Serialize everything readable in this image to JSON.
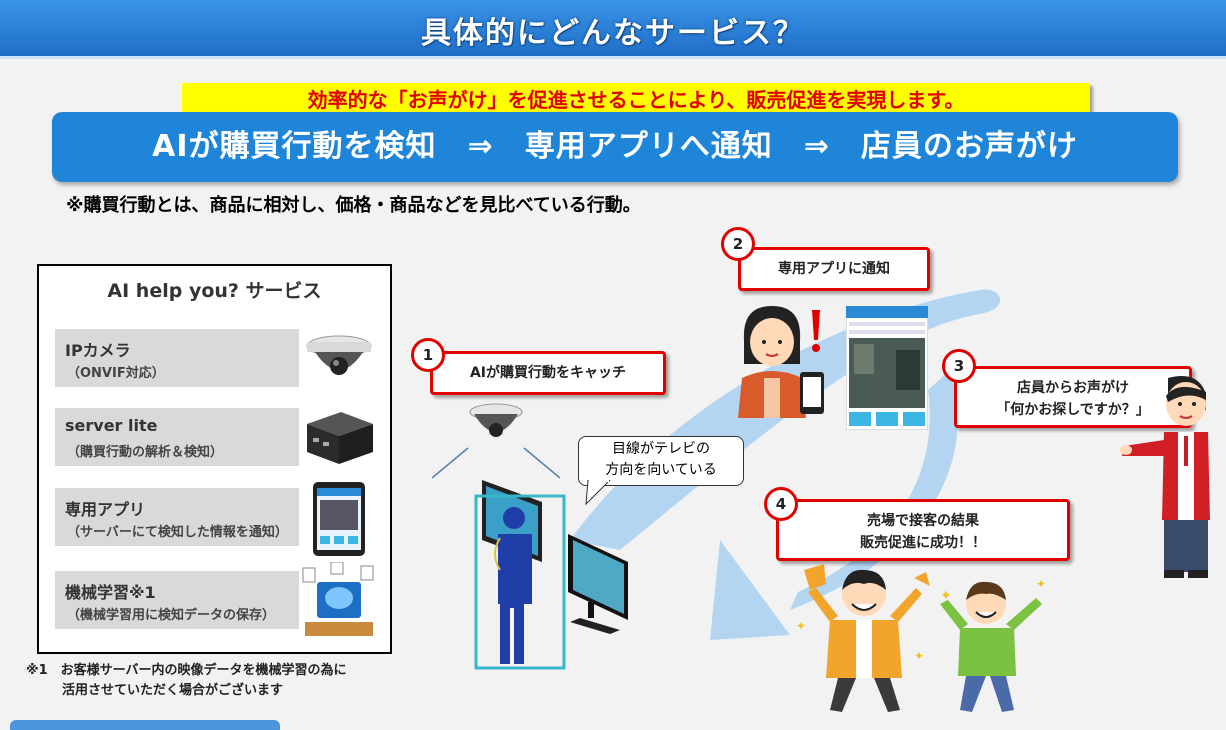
{
  "title": "具体的にどんなサービス？",
  "highlight": "効率的な「お声がけ」を促進させることにより、販売促進を実現します。",
  "flow": "AIが購買行動を検知　⇒　専用アプリへ通知　⇒　店員のお声がけ",
  "note": "※購買行動とは、商品に相対し、価格・商品などを見比べている行動。",
  "service_box": {
    "header": "AI help you? サービス",
    "items": [
      {
        "name": "IPカメラ",
        "desc": "（ONVIF対応）"
      },
      {
        "name": "server lite",
        "desc": "（購買行動の解析＆検知）"
      },
      {
        "name": "専用アプリ",
        "desc": "（サーバーにて検知した情報を通知）"
      },
      {
        "name": "機械学習※1",
        "desc": "（機械学習用に検知データの保存）"
      }
    ]
  },
  "footnote": {
    "line1": "※1　お客様サーバー内の映像データを機械学習の為に",
    "line2": "活用させていただく場合がございます"
  },
  "steps": [
    {
      "num": "1",
      "text": "AIが購買行動をキャッチ"
    },
    {
      "num": "2",
      "text": "専用アプリに通知"
    },
    {
      "num": "3",
      "line1": "店員からお声がけ",
      "line2": "「何かお探しですか？」"
    },
    {
      "num": "4",
      "line1": "売場で接客の結果",
      "line2": "販売促進に成功！！"
    }
  ],
  "speech_bubble": {
    "line1": "目線がテレビの",
    "line2": "方向を向いている"
  },
  "colors": {
    "title_blue": "#1f6fc9",
    "accent_red": "#e00000",
    "flow_blue": "#1e85d8",
    "highlight_yellow": "#ffff00",
    "arrow_blue": "#a9d0f2"
  }
}
